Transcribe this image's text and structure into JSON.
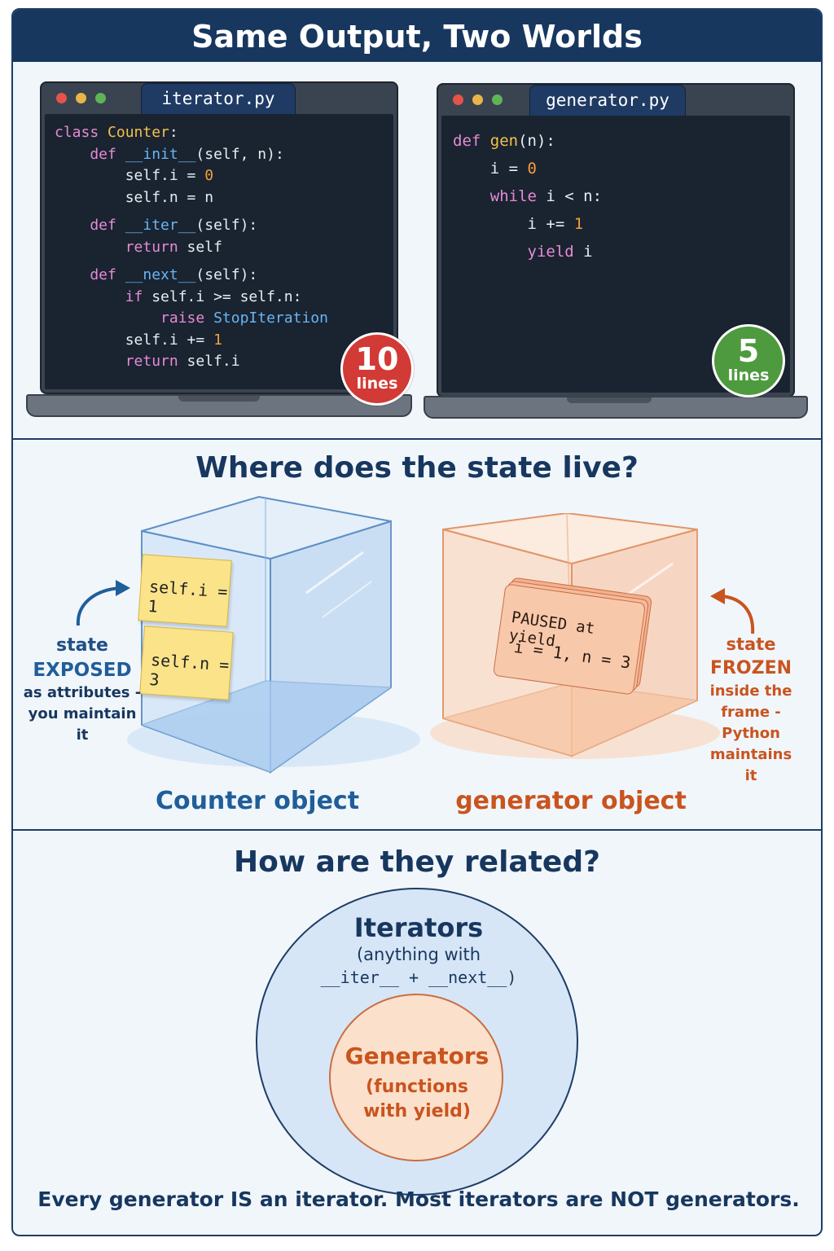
{
  "title": "Same Output, Two Worlds",
  "iterator_window": {
    "filename": "iterator.py",
    "code_lines": [
      [
        {
          "t": "class ",
          "c": "kw"
        },
        {
          "t": "Counter",
          "c": "cls"
        },
        {
          "t": ":",
          "c": ""
        }
      ],
      [
        {
          "t": "    def ",
          "c": "kw"
        },
        {
          "t": "__init__",
          "c": "fn"
        },
        {
          "t": "(self, n):",
          "c": ""
        }
      ],
      [
        {
          "t": "        self.i = ",
          "c": ""
        },
        {
          "t": "0",
          "c": "num"
        }
      ],
      [
        {
          "t": "        self.n = n",
          "c": ""
        }
      ],
      [
        {
          "t": "    def ",
          "c": "kw"
        },
        {
          "t": "__iter__",
          "c": "fn"
        },
        {
          "t": "(self):",
          "c": ""
        }
      ],
      [
        {
          "t": "        return",
          "c": "kw"
        },
        {
          "t": " self",
          "c": ""
        }
      ],
      [
        {
          "t": "    def ",
          "c": "kw"
        },
        {
          "t": "__next__",
          "c": "fn"
        },
        {
          "t": "(self):",
          "c": ""
        }
      ],
      [
        {
          "t": "        if",
          "c": "kw"
        },
        {
          "t": " self.i >= self.n:",
          "c": ""
        }
      ],
      [
        {
          "t": "            raise ",
          "c": "kw"
        },
        {
          "t": "StopIteration",
          "c": "fn"
        }
      ],
      [
        {
          "t": "        self.i += ",
          "c": ""
        },
        {
          "t": "1",
          "c": "num"
        }
      ],
      [
        {
          "t": "        return",
          "c": "kw"
        },
        {
          "t": " self.i",
          "c": ""
        }
      ]
    ],
    "badge_number": "10",
    "badge_unit": "lines"
  },
  "generator_window": {
    "filename": "generator.py",
    "code_lines": [
      [
        {
          "t": "def ",
          "c": "kw"
        },
        {
          "t": "gen",
          "c": "gfn"
        },
        {
          "t": "(n):",
          "c": ""
        }
      ],
      [
        {
          "t": "    i = ",
          "c": ""
        },
        {
          "t": "0",
          "c": "num"
        }
      ],
      [
        {
          "t": "    while",
          "c": "kw"
        },
        {
          "t": " i < n:",
          "c": ""
        }
      ],
      [
        {
          "t": "        i += ",
          "c": ""
        },
        {
          "t": "1",
          "c": "num"
        }
      ],
      [
        {
          "t": "        yield",
          "c": "kw"
        },
        {
          "t": " i",
          "c": ""
        }
      ]
    ],
    "badge_number": "5",
    "badge_unit": "lines"
  },
  "state_section": {
    "title": "Where does the state live?",
    "counter": {
      "note1": "self.i = 1",
      "note2": "self.n = 3",
      "caption": "Counter object",
      "annotation": [
        "state",
        "EXPOSED",
        "as attributes -",
        "you maintain it"
      ]
    },
    "generator": {
      "card_line1": "PAUSED at yield",
      "card_line2": "i = 1, n = 3",
      "caption": "generator object",
      "annotation": [
        "state",
        "FROZEN",
        "inside the",
        "frame -",
        "Python",
        "maintains it"
      ]
    }
  },
  "relation_section": {
    "title": "How are they related?",
    "outer_title": "Iterators",
    "outer_sub1": "(anything with",
    "outer_sub2": "__iter__ + __next__)",
    "inner_title": "Generators",
    "inner_sub1": "(functions",
    "inner_sub2": "with yield)",
    "footer": "Every generator IS an iterator. Most iterators are NOT generators."
  },
  "colors": {
    "navy": "#17375f",
    "blue_accent": "#1f5e99",
    "orange_accent": "#c9541e",
    "badge_red": "#d23a35",
    "badge_green": "#4e9a3e"
  }
}
